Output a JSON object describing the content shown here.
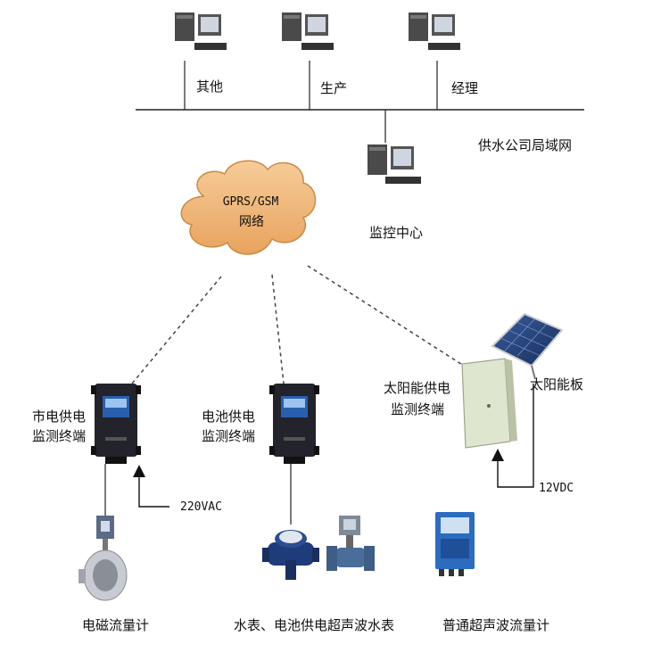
{
  "lan": {
    "label": "供水公司局域网",
    "computers": [
      {
        "label": "其他"
      },
      {
        "label": "生产"
      },
      {
        "label": "经理"
      }
    ]
  },
  "monitor_center": {
    "label": "监控中心"
  },
  "network_cloud": {
    "line1": "GPRS/GSM",
    "line2": "网络"
  },
  "terminals": {
    "mains": {
      "line1": "市电供电",
      "line2": "监测终端",
      "power_label": "220VAC"
    },
    "battery": {
      "line1": "电池供电",
      "line2": "监测终端"
    },
    "solar": {
      "line1": "太阳能供电",
      "line2": "监测终端",
      "power_label": "12VDC"
    }
  },
  "solar_panel": {
    "label": "太阳能板"
  },
  "meters": {
    "electromagnetic": {
      "label": "电磁流量计"
    },
    "water_meters": {
      "label": "水表、电池供电超声波水表"
    },
    "ultrasonic": {
      "label": "普通超声波流量计"
    }
  },
  "colors": {
    "cloud": "#f0b878",
    "terminal_body": "#23232b",
    "screen": "#2a5fb0",
    "cabinet": "#dfe6cf",
    "pc": "#3a3a3a"
  }
}
